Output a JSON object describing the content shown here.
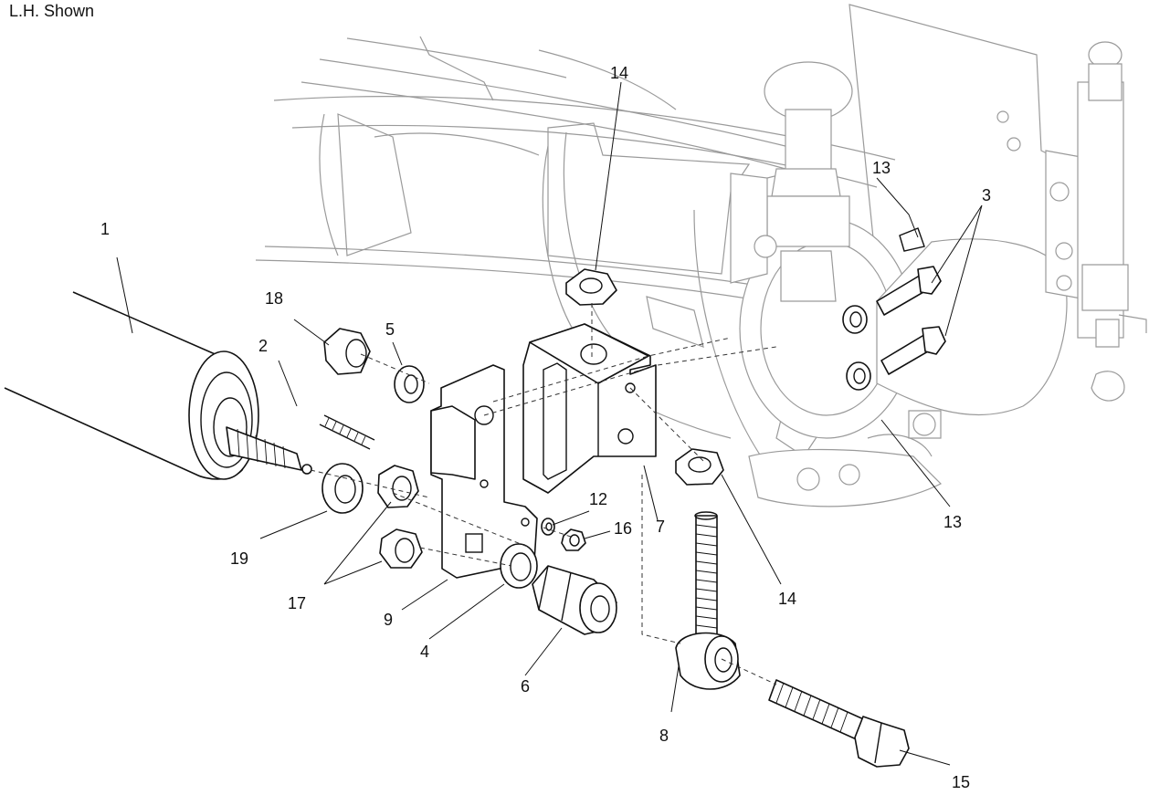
{
  "caption": "L.H. Shown",
  "callouts": {
    "c1": "1",
    "c2": "2",
    "c3": "3",
    "c4": "4",
    "c5": "5",
    "c6": "6",
    "c7": "7",
    "c8": "8",
    "c9": "9",
    "c12": "12",
    "c13a": "13",
    "c13b": "13",
    "c14a": "14",
    "c14b": "14",
    "c15": "15",
    "c16": "16",
    "c17": "17",
    "c18": "18",
    "c19": "19"
  }
}
